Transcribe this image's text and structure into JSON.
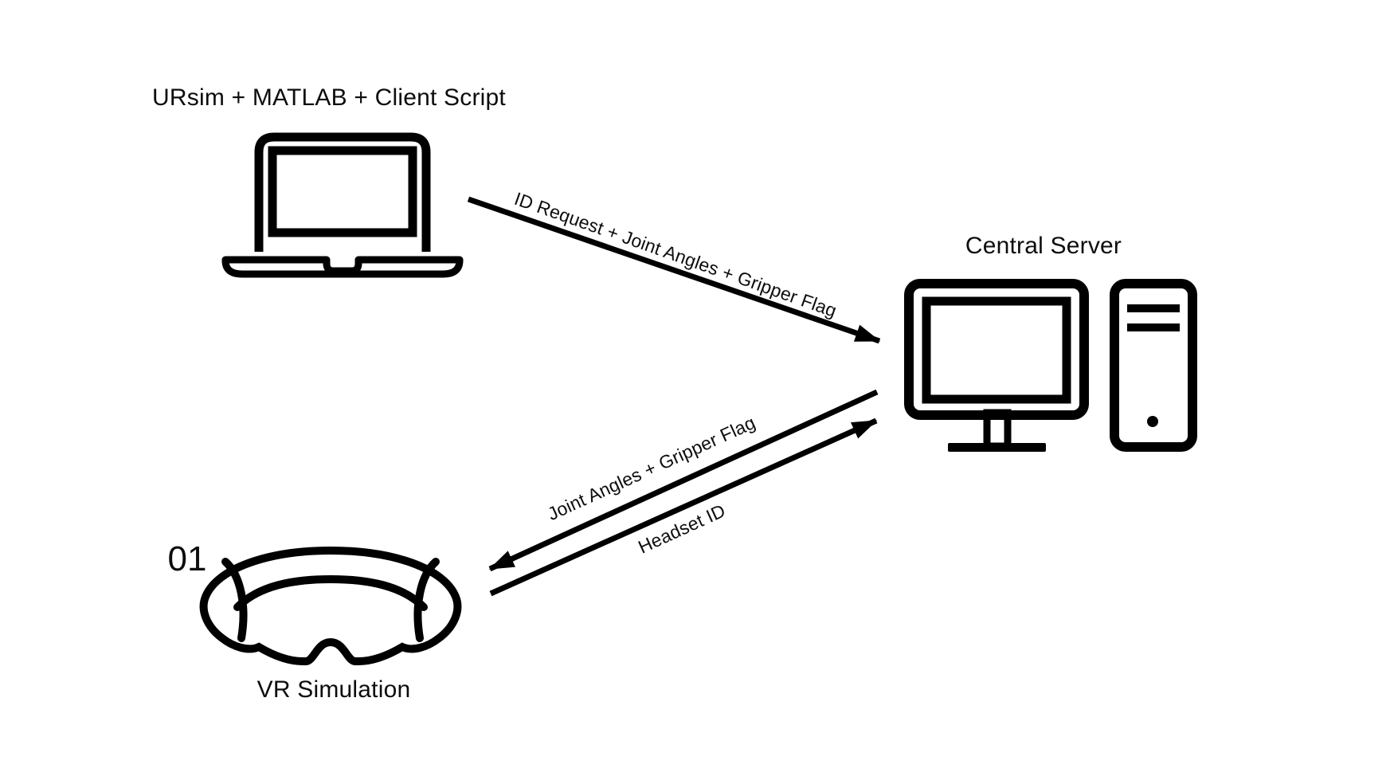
{
  "diagram": {
    "background_color": "#ffffff",
    "ink_color": "#000000",
    "nodes": {
      "client": {
        "label": "URsim + MATLAB + Client Script",
        "icon": "laptop-icon"
      },
      "server": {
        "label": "Central Server",
        "icon": "desktop-computer-icon"
      },
      "headset": {
        "label": "VR Simulation",
        "id_badge": "01",
        "icon": "vr-headset-icon"
      }
    },
    "arrows": [
      {
        "from": "client",
        "to": "server",
        "label": "ID Request + Joint Angles + Gripper Flag"
      },
      {
        "from": "server",
        "to": "headset",
        "label": "Joint Angles + Gripper Flag"
      },
      {
        "from": "headset",
        "to": "server",
        "label": "Headset ID"
      }
    ]
  }
}
